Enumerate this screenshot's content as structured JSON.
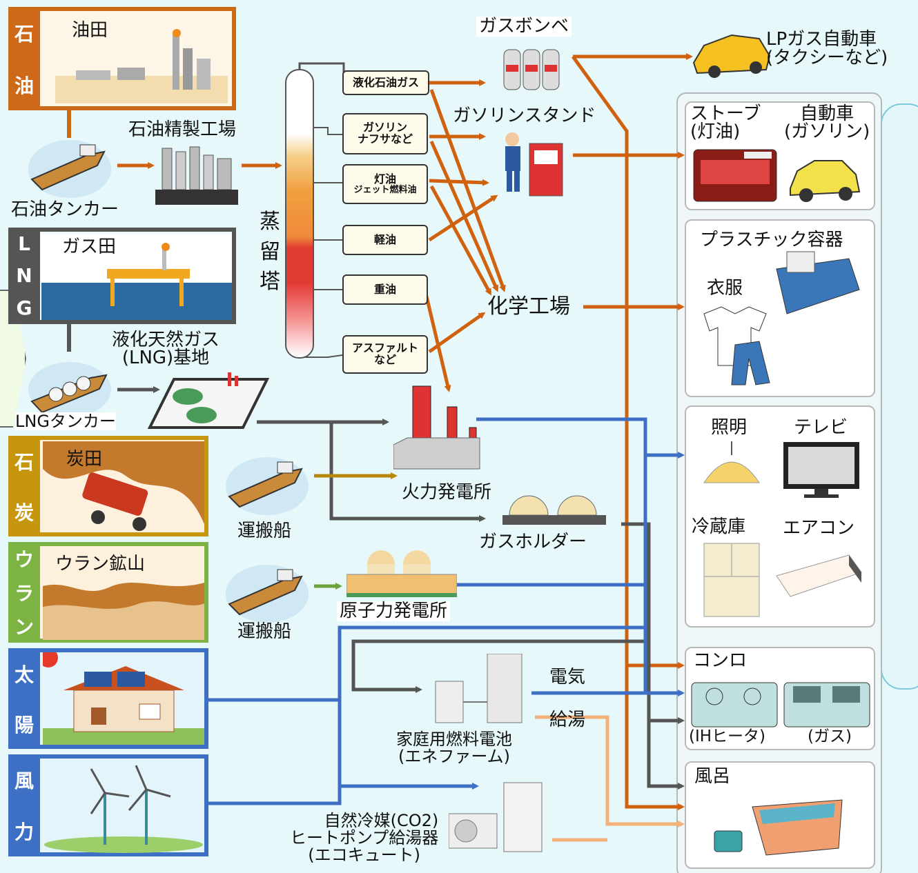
{
  "sources": {
    "oil": {
      "tag": [
        "石",
        "油"
      ],
      "field": "油田",
      "tanker": "石油タンカー",
      "refinery": "石油精製工場"
    },
    "lng": {
      "tag": [
        "L",
        "N",
        "G"
      ],
      "field": "ガス田",
      "base": [
        "液化天然ガス",
        "(LNG)基地"
      ],
      "tanker": "LNGタンカー"
    },
    "coal": {
      "tag": [
        "石",
        "炭"
      ],
      "field": "炭田",
      "ship": "運搬船"
    },
    "uranium": {
      "tag": [
        "ウ",
        "ラ",
        "ン"
      ],
      "field": "ウラン鉱山",
      "ship": "運搬船"
    },
    "solar": {
      "tag": [
        "太",
        "陽"
      ]
    },
    "wind": {
      "tag": [
        "風",
        "力"
      ]
    }
  },
  "tower": {
    "label": [
      "蒸",
      "留",
      "塔"
    ],
    "fractions": [
      [
        "液化石油ガス"
      ],
      [
        "ガソリン",
        "ナフサなど"
      ],
      [
        "灯油",
        "ジェット燃料油"
      ],
      [
        "軽油"
      ],
      [
        "重油"
      ],
      [
        "アスファルト",
        "など"
      ]
    ]
  },
  "facilities": {
    "gas_cylinder": "ガスボンベ",
    "gas_station": "ガソリンスタンド",
    "chemical_plant": "化学工場",
    "thermal_plant": "火力発電所",
    "gas_holder": "ガスホルダー",
    "nuclear_plant": "原子力発電所",
    "fuel_cell": [
      "家庭用燃料電池",
      "(エネファーム)"
    ],
    "electricity": "電気",
    "hot_water": "給湯",
    "heat_pump": [
      "自然冷媒(CO2)",
      "ヒートポンプ給湯器",
      "(エコキュート)"
    ]
  },
  "products": {
    "lpg_car": [
      "LPガス自動車",
      "(タクシーなど)"
    ],
    "stove": [
      "ストーブ",
      "(灯油)"
    ],
    "car": [
      "自動車",
      "(ガソリン)"
    ],
    "plastic": "プラスチック容器",
    "clothes": "衣服",
    "lighting": "照明",
    "tv": "テレビ",
    "fridge": "冷蔵庫",
    "aircon": "エアコン",
    "stovetop": "コンロ",
    "ih_heater": "(IHヒータ)",
    "gas_stove": "(ガス)",
    "bath": "風呂"
  },
  "colors": {
    "oil_flow": "#d0620f",
    "gas_flow": "#555555",
    "coal_flow": "#b8860b",
    "uranium_flow": "#6aa33a",
    "electric_flow": "#3d6fc4",
    "hotwater_flow": "#f2b27a",
    "background": "#e6f8fa"
  }
}
